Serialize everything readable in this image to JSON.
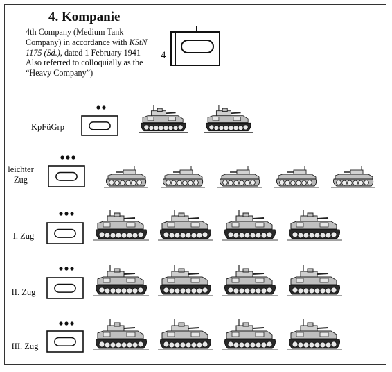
{
  "header": {
    "title": "4. Kompanie",
    "description_1": "4th Company (Medium Tank Company) in accordance with ",
    "description_italic": "KStN 1175 (Sd.)",
    "description_2": ", dated 1 February 1941 Also referred to colloquially as the “Heavy Company”)",
    "company_number": "4"
  },
  "rows": [
    {
      "label": "KpFüGrp",
      "dots": 2,
      "tanks": 2,
      "tank_type": "medium"
    },
    {
      "label": "leichter Zug",
      "dots": 3,
      "tanks": 5,
      "tank_type": "light"
    },
    {
      "label": "I. Zug",
      "dots": 3,
      "tanks": 4,
      "tank_type": "medium"
    },
    {
      "label": "II. Zug",
      "dots": 3,
      "tanks": 4,
      "tank_type": "medium"
    },
    {
      "label": "III. Zug",
      "dots": 3,
      "tanks": 4,
      "tank_type": "medium"
    }
  ],
  "icons": {
    "company_symbol": "armored-company-symbol-icon",
    "unit_symbol": "armored-unit-symbol-icon",
    "medium_tank": "panzer-iv-tank-icon",
    "light_tank": "panzer-ii-tank-icon"
  }
}
